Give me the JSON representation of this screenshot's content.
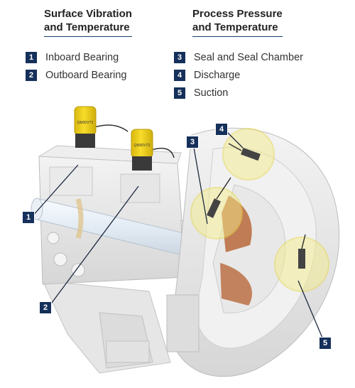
{
  "legend": {
    "left": {
      "heading_line1": "Surface Vibration",
      "heading_line2": "and Temperature",
      "items": [
        {
          "num": "1",
          "label": "Inboard Bearing"
        },
        {
          "num": "2",
          "label": "Outboard Bearing"
        }
      ]
    },
    "right": {
      "heading_line1": "Process Pressure",
      "heading_line2": "and Temperature",
      "items": [
        {
          "num": "3",
          "label": "Seal and Seal Chamber"
        },
        {
          "num": "4",
          "label": "Discharge"
        },
        {
          "num": "5",
          "label": "Suction"
        }
      ]
    }
  },
  "sensor_text": "QM30VT2",
  "callouts": [
    "1",
    "2",
    "3",
    "4",
    "5"
  ],
  "colors": {
    "badge": "#15305a",
    "heading_rule": "#1b3d6e",
    "sensor_yellow": "#f2d21b",
    "highlight_circle": "#f4ec8a",
    "impeller_copper": "#b8683a"
  }
}
